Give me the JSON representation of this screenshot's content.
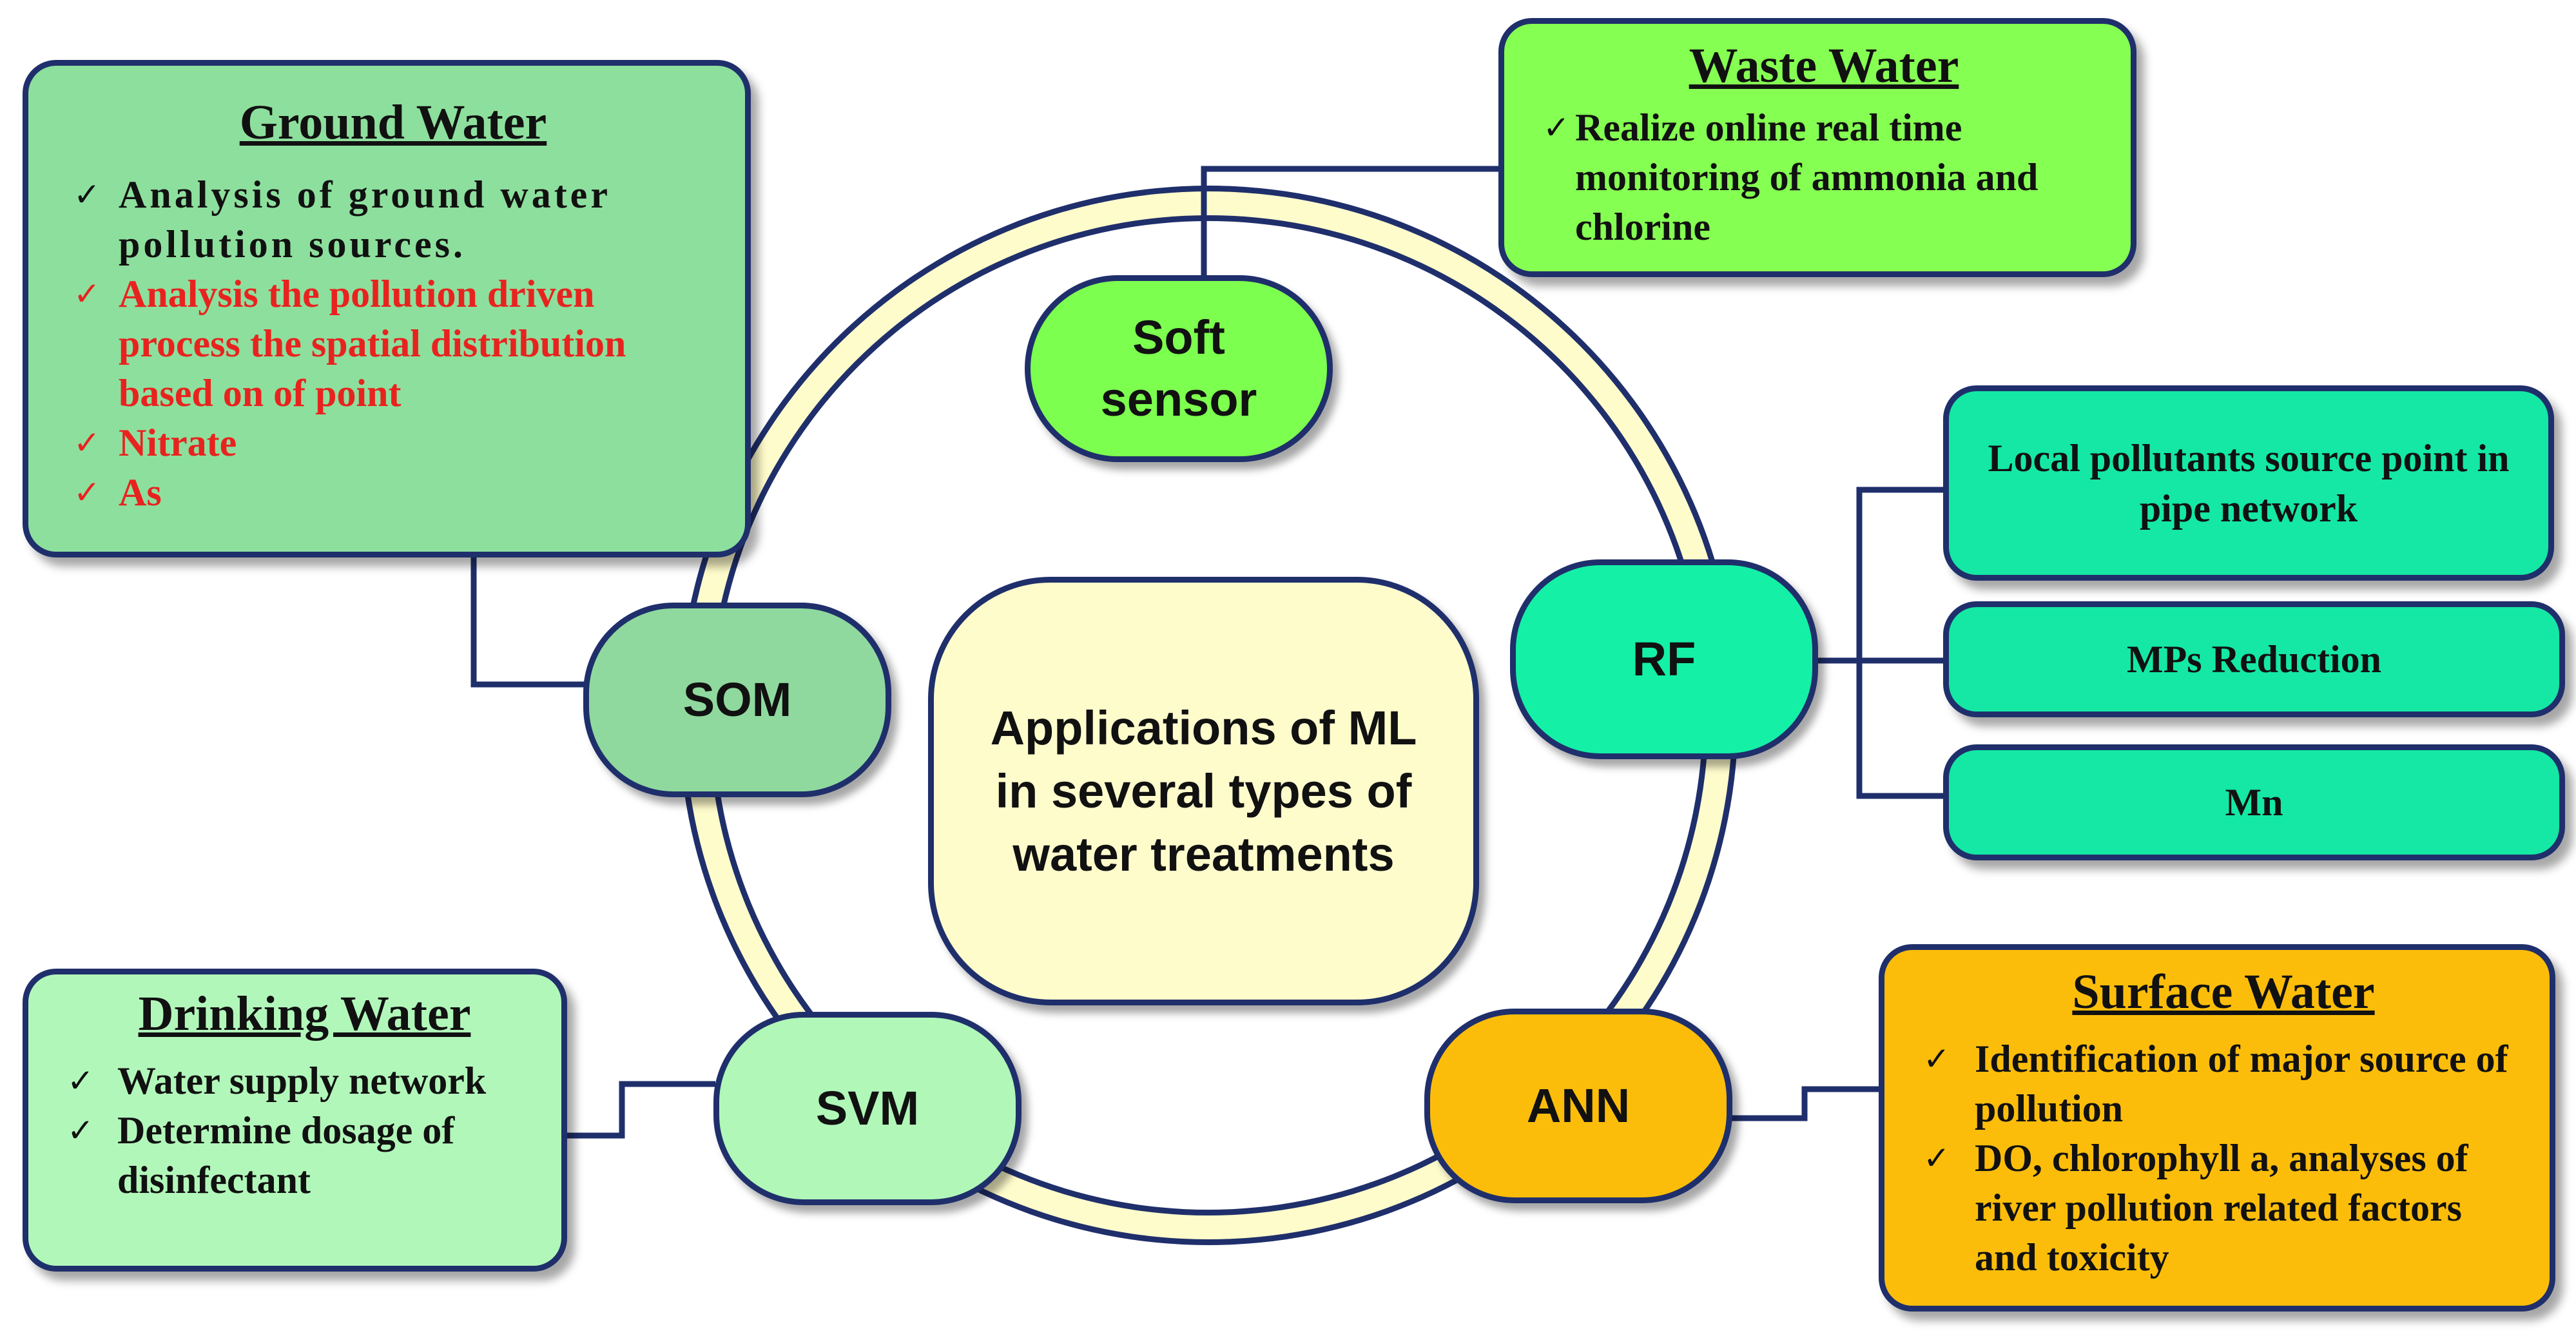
{
  "center": {
    "text": "Applications of ML in several types of water treatments"
  },
  "nodes": {
    "soft_sensor": {
      "label": "Soft sensor",
      "color": "#7dff4f"
    },
    "rf": {
      "label": "RF",
      "color": "#14f0a6"
    },
    "ann": {
      "label": "ANN",
      "color": "#fcbd0a"
    },
    "svm": {
      "label": "SVM",
      "color": "#b0f7b8"
    },
    "som": {
      "label": "SOM",
      "color": "#8fd99e"
    }
  },
  "ground_water": {
    "title": "Ground Water",
    "color": "#8ddf9d",
    "items": [
      {
        "text": "Analysis of ground water pollution sources.",
        "highlight": false
      },
      {
        "text": "Analysis the pollution driven process the spatial distribution based on of point",
        "highlight": true
      },
      {
        "text": "Nitrate",
        "highlight": true
      },
      {
        "text": "As",
        "highlight": true
      }
    ]
  },
  "waste_water": {
    "title": "Waste Water",
    "color": "#85ff52",
    "items": [
      {
        "text": "Realize online real time monitoring of ammonia and chlorine"
      }
    ]
  },
  "rf_boxes": {
    "color": "#14e8a4",
    "items": [
      {
        "text": "Local pollutants source point in pipe network"
      },
      {
        "text": "MPs Reduction"
      },
      {
        "text": "Mn"
      }
    ]
  },
  "surface_water": {
    "title": "Surface Water",
    "color": "#fcbd0a",
    "items": [
      {
        "text": "Identification of major source of pollution"
      },
      {
        "text": "DO, chlorophyll a, analyses of river pollution related factors and toxicity"
      }
    ]
  },
  "drinking_water": {
    "title": "Drinking Water",
    "color": "#b2f7ba",
    "items": [
      {
        "text": "Water supply network"
      },
      {
        "text": "Determine dosage of disinfectant"
      }
    ]
  },
  "colors": {
    "outline": "#1f2f6b",
    "ring_fill": "#fffccc",
    "center_fill": "#fffccc",
    "red_text": "#e8231f"
  }
}
